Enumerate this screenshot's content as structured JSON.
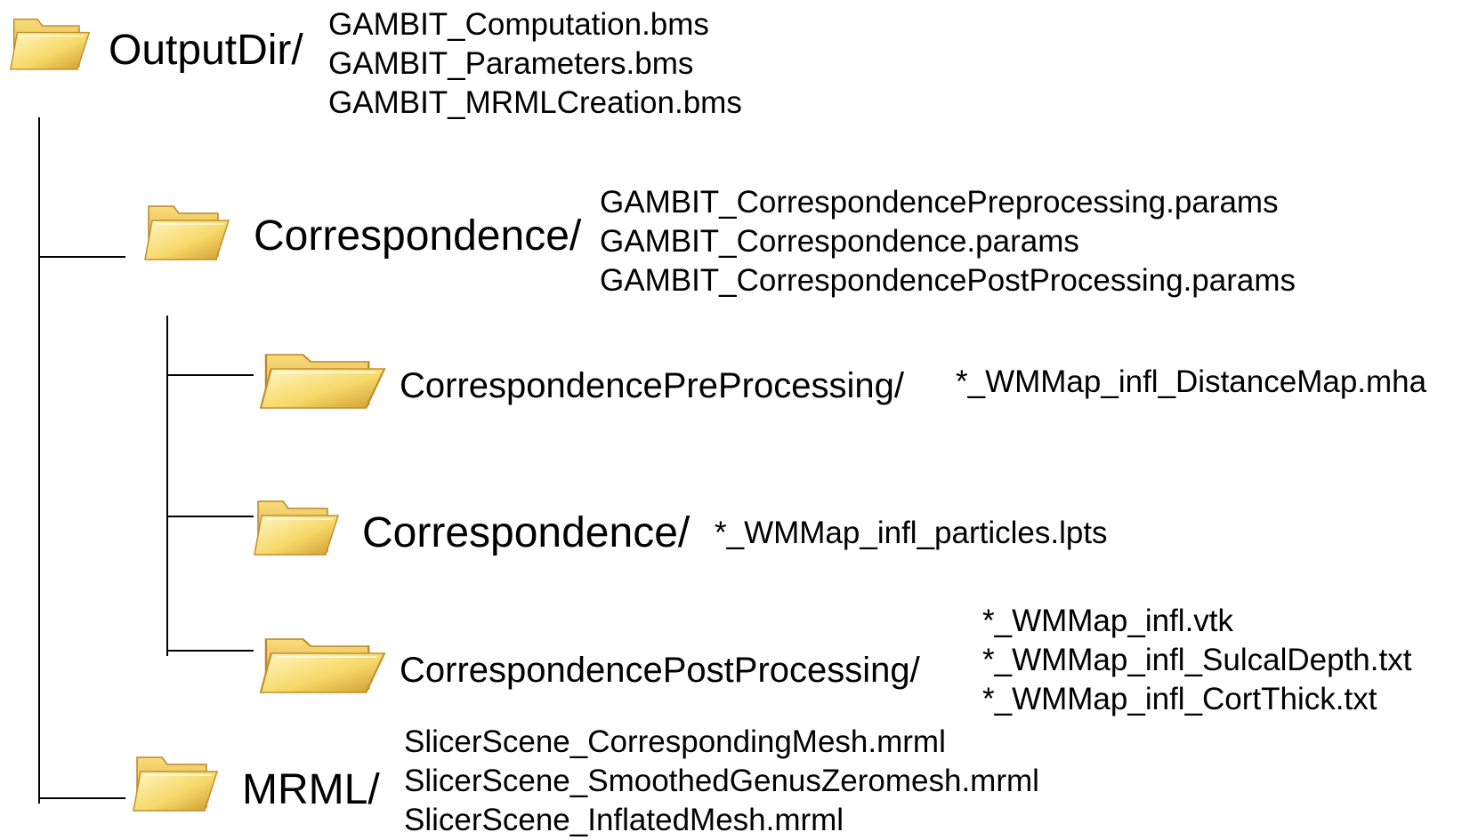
{
  "root": {
    "name": "OutputDir/",
    "icon": "folder-icon",
    "files": [
      "GAMBIT_Computation.bms",
      "GAMBIT_Parameters.bms",
      "GAMBIT_MRMLCreation.bms"
    ]
  },
  "correspondence": {
    "name": "Correspondence/",
    "icon": "folder-icon",
    "files": [
      "GAMBIT_CorrespondencePreprocessing.params",
      "GAMBIT_Correspondence.params",
      "GAMBIT_CorrespondencePostProcessing.params"
    ],
    "children": [
      {
        "name": "CorrespondencePreProcessing/",
        "icon": "folder-icon",
        "files": [
          "*_WMMap_infl_DistanceMap.mha"
        ]
      },
      {
        "name": "Correspondence/",
        "icon": "folder-icon",
        "files": [
          "*_WMMap_infl_particles.lpts"
        ]
      },
      {
        "name": "CorrespondencePostProcessing/",
        "icon": "folder-icon",
        "files": [
          "*_WMMap_infl.vtk",
          "*_WMMap_infl_SulcalDepth.txt",
          "*_WMMap_infl_CortThick.txt"
        ]
      }
    ]
  },
  "mrml": {
    "name": "MRML/",
    "icon": "folder-icon",
    "files": [
      "SlicerScene_CorrespondingMesh.mrml",
      "SlicerScene_SmoothedGenusZeromesh.mrml",
      "SlicerScene_InflatedMesh.mrml"
    ]
  },
  "colors": {
    "folder_light": "#fff3b0",
    "folder_mid": "#f4cf55",
    "folder_dark": "#c9932a",
    "lines": "#000000"
  }
}
